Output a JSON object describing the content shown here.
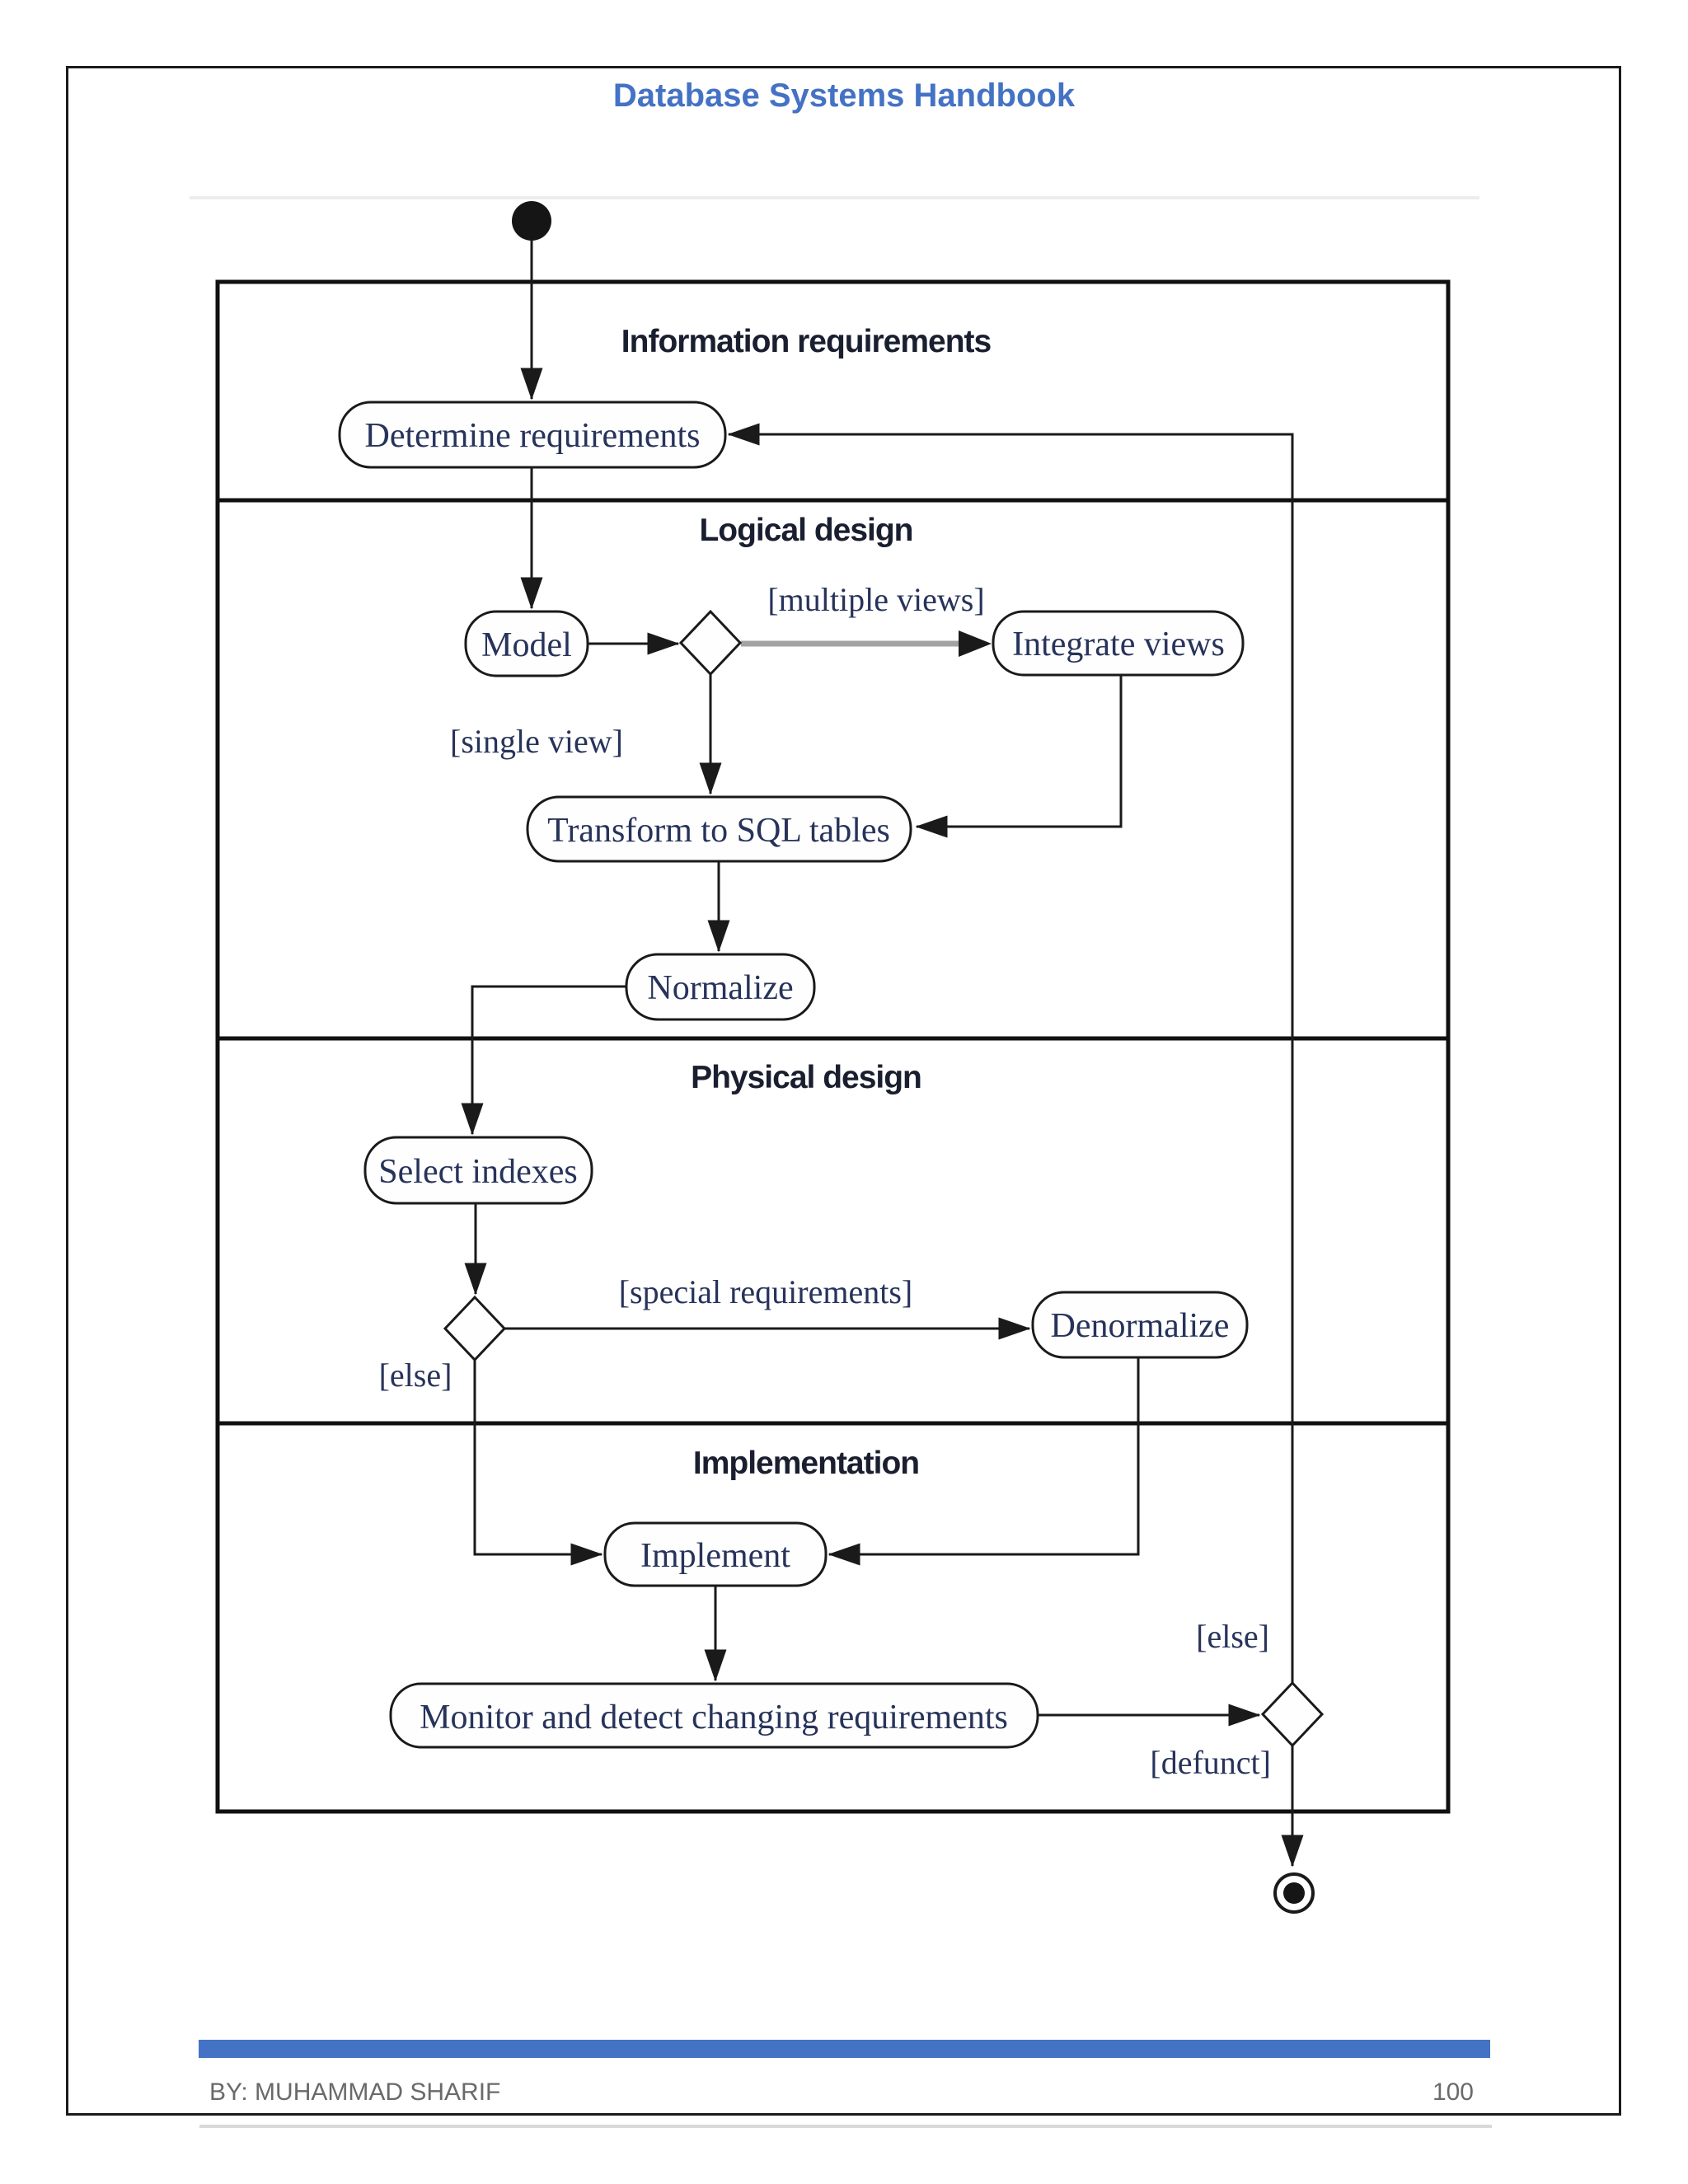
{
  "header": {
    "title": "Database Systems Handbook"
  },
  "diagram": {
    "type": "uml-activity-diagram",
    "swimlanes": [
      {
        "title": "Information requirements"
      },
      {
        "title": "Logical design"
      },
      {
        "title": "Physical design"
      },
      {
        "title": "Implementation"
      }
    ],
    "nodes": {
      "start": {
        "type": "initial-node"
      },
      "determine_requirements": {
        "label": "Determine requirements"
      },
      "model": {
        "label": "Model"
      },
      "decision_views": {
        "type": "decision"
      },
      "integrate_views": {
        "label": "Integrate views"
      },
      "transform_to_sql_tables": {
        "label": "Transform to SQL tables"
      },
      "normalize": {
        "label": "Normalize"
      },
      "select_indexes": {
        "label": "Select indexes"
      },
      "decision_requirements": {
        "type": "decision"
      },
      "denormalize": {
        "label": "Denormalize"
      },
      "implement": {
        "label": "Implement"
      },
      "monitor": {
        "label": "Monitor and detect changing requirements"
      },
      "decision_change": {
        "type": "decision"
      },
      "end": {
        "type": "final-node"
      }
    },
    "guards": {
      "multiple_views": "[multiple views]",
      "single_view": "[single view]",
      "special_requirements": "[special requirements]",
      "else_physical": "[else]",
      "else_change": "[else]",
      "defunct": "[defunct]"
    },
    "edges": [
      {
        "from": "start",
        "to": "determine_requirements"
      },
      {
        "from": "determine_requirements",
        "to": "model"
      },
      {
        "from": "model",
        "to": "decision_views"
      },
      {
        "from": "decision_views",
        "to": "integrate_views",
        "guard": "[multiple views]"
      },
      {
        "from": "decision_views",
        "to": "transform_to_sql_tables",
        "guard": "[single view]"
      },
      {
        "from": "integrate_views",
        "to": "transform_to_sql_tables"
      },
      {
        "from": "transform_to_sql_tables",
        "to": "normalize"
      },
      {
        "from": "normalize",
        "to": "select_indexes"
      },
      {
        "from": "select_indexes",
        "to": "decision_requirements"
      },
      {
        "from": "decision_requirements",
        "to": "denormalize",
        "guard": "[special requirements]"
      },
      {
        "from": "decision_requirements",
        "to": "implement",
        "guard": "[else]"
      },
      {
        "from": "denormalize",
        "to": "implement"
      },
      {
        "from": "implement",
        "to": "monitor"
      },
      {
        "from": "monitor",
        "to": "decision_change"
      },
      {
        "from": "decision_change",
        "to": "determine_requirements",
        "guard": "[else]"
      },
      {
        "from": "decision_change",
        "to": "end",
        "guard": "[defunct]"
      }
    ]
  },
  "footer": {
    "author": "BY: MUHAMMAD SHARIF",
    "page_number": "100"
  },
  "colors": {
    "accent_blue": "#4472C4",
    "footer_text_gray": "#6a6a6a",
    "diagram_ink": "#1a1a1a",
    "diagram_label_ink": "#27335a"
  }
}
